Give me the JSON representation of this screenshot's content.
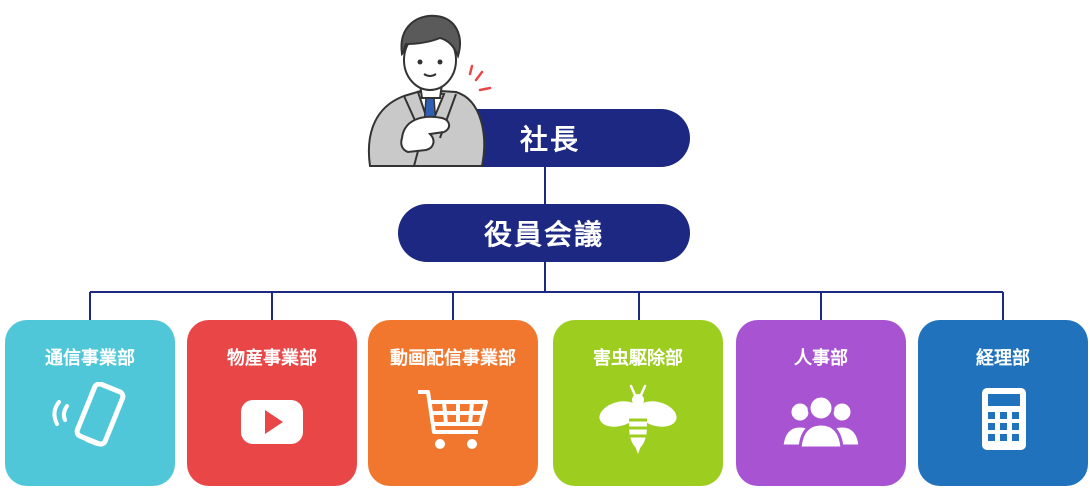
{
  "org": {
    "president": "社長",
    "board": "役員会議"
  },
  "departments": [
    {
      "label": "通信事業部",
      "color": "#4fc7d9",
      "icon": "smartphone-icon"
    },
    {
      "label": "物産事業部",
      "color": "#e94747",
      "icon": "play-button-icon"
    },
    {
      "label": "動画配信事業部",
      "color": "#f1772f",
      "icon": "shopping-cart-icon"
    },
    {
      "label": "害虫駆除部",
      "color": "#9ccd1f",
      "icon": "bee-icon"
    },
    {
      "label": "人事部",
      "color": "#a854d2",
      "icon": "people-icon"
    },
    {
      "label": "経理部",
      "color": "#1f72bb",
      "icon": "calculator-icon"
    }
  ],
  "colors": {
    "pill": "#1d2882",
    "connector": "#1d2882"
  }
}
